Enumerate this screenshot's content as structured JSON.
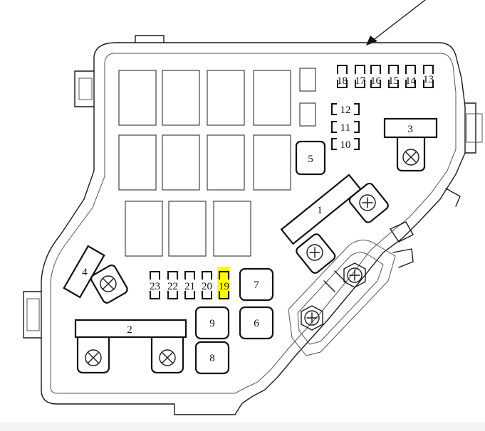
{
  "diagram": {
    "labels": {
      "f1": "1",
      "f2": "2",
      "f3": "3",
      "f4": "4",
      "f5": "5",
      "f6": "6",
      "f7": "7",
      "f8": "8",
      "f9": "9",
      "f10": "10",
      "f11": "11",
      "f12": "12",
      "f13": "13",
      "f14": "14",
      "f15": "15",
      "f16": "16",
      "f17": "17",
      "f18": "18",
      "f19": "19",
      "f20": "20",
      "f21": "21",
      "f22": "22",
      "f23": "23"
    },
    "highlight_color": "#ffff00"
  }
}
